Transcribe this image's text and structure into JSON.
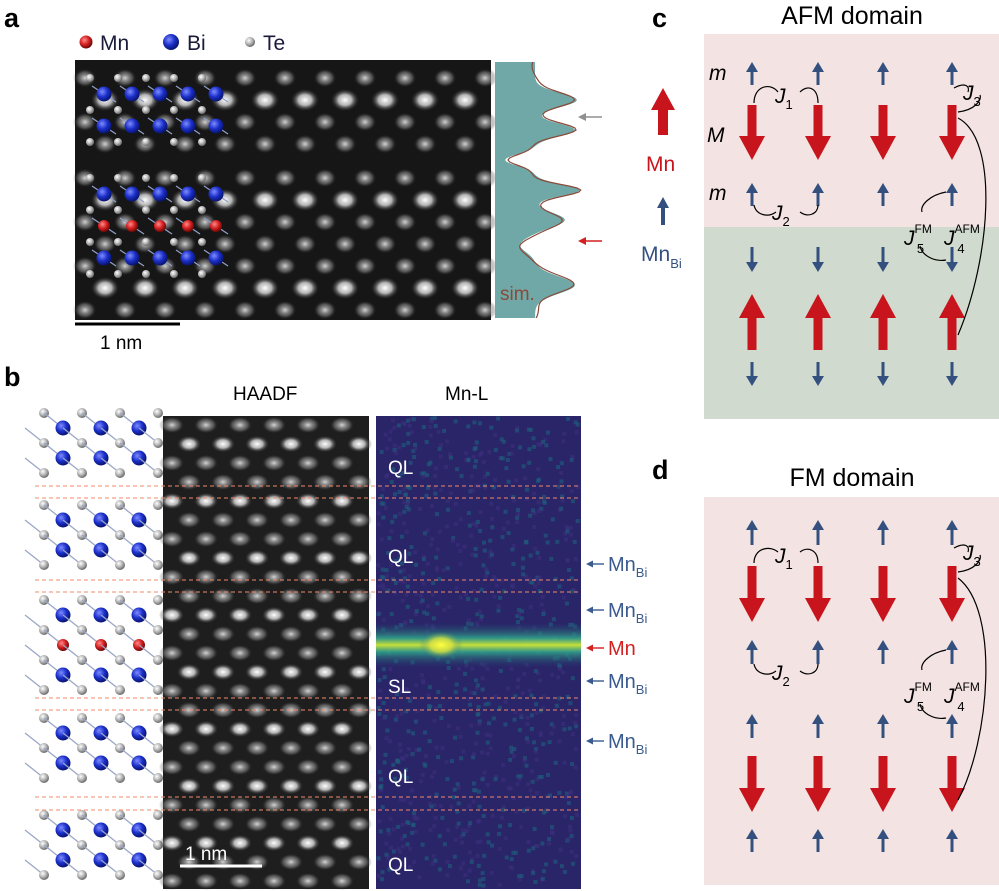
{
  "panel_labels": {
    "a": "a",
    "b": "b",
    "c": "c",
    "d": "d"
  },
  "panel_a": {
    "legend": [
      {
        "symbol": "Mn",
        "color": "#d42020"
      },
      {
        "symbol": "Bi",
        "color": "#1a2fc9"
      },
      {
        "symbol": "Te",
        "color": "#a8a8a8"
      }
    ],
    "sim_label": "sim.",
    "scale_bar": "1 nm",
    "profile_fill": "#6fa8a6",
    "arrow_te_color": "#909090",
    "arrow_mn_color": "#d42020"
  },
  "panel_b": {
    "haadf_title": "HAADF",
    "mnl_title": "Mn-L",
    "layer_labels": [
      "QL",
      "QL",
      "SL",
      "QL",
      "QL"
    ],
    "scale_bar": "1 nm",
    "annotations": [
      {
        "text": "Mn",
        "sub": "Bi",
        "color": "#3a5a90"
      },
      {
        "text": "Mn",
        "sub": "Bi",
        "color": "#3a5a90"
      },
      {
        "text": "Mn",
        "sub": "",
        "color": "#d42020"
      },
      {
        "text": "Mn",
        "sub": "Bi",
        "color": "#3a5a90"
      },
      {
        "text": "Mn",
        "sub": "Bi",
        "color": "#3a5a90"
      }
    ]
  },
  "panel_c": {
    "title": "AFM domain",
    "row_labels": [
      "m",
      "M",
      "m"
    ],
    "legend_mn": "Mn",
    "legend_mnbi": "Mn",
    "legend_mnbi_sub": "Bi",
    "couplings": [
      {
        "name": "J",
        "sub": "1",
        "sup": ""
      },
      {
        "name": "J",
        "sub": "2",
        "sup": ""
      },
      {
        "name": "J",
        "sub": "3",
        "sup": ""
      },
      {
        "name": "J",
        "sub": "5",
        "sup": "FM"
      },
      {
        "name": "J",
        "sub": "4",
        "sup": "AFM"
      }
    ],
    "top_bg": "#f3e3e2",
    "bottom_bg": "#d1dace"
  },
  "panel_d": {
    "title": "FM domain",
    "couplings": [
      {
        "name": "J",
        "sub": "1",
        "sup": ""
      },
      {
        "name": "J",
        "sub": "2",
        "sup": ""
      },
      {
        "name": "J",
        "sub": "3",
        "sup": ""
      },
      {
        "name": "J",
        "sub": "5",
        "sup": "FM"
      },
      {
        "name": "J",
        "sub": "4",
        "sup": "AFM"
      }
    ],
    "bg": "#f3e3e2"
  },
  "colors": {
    "mn_arrow": "#c8141c",
    "mnbi_arrow": "#34507e",
    "dash": "#f08a6a"
  }
}
